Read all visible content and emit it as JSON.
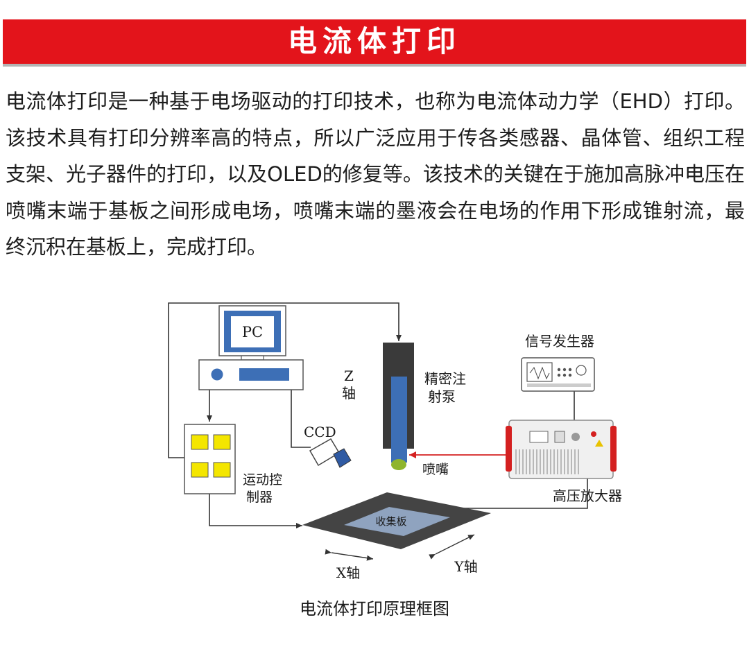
{
  "banner": {
    "title": "电流体打印"
  },
  "intro": {
    "text": "电流体打印是一种基于电场驱动的打印技术，也称为电流体动力学（EHD）打印。该技术具有打印分辨率高的特点，所以广泛应用于传各类感器、晶体管、组织工程支架、光子器件的打印，以及OLED的修复等。该技术的关键在于施加高脉冲电压在喷嘴末端于基板之间形成电场，喷嘴末端的墨液会在电场的作用下形成锥射流，最终沉积在基板上，完成打印。"
  },
  "diagram": {
    "pc": "PC",
    "ccd": "CCD",
    "z_axis_1": "Z",
    "z_axis_2": "轴",
    "syringe_1": "精密注",
    "syringe_2": "射泵",
    "nozzle": "喷嘴",
    "signal_generator": "信号发生器",
    "amplifier": "高压放大器",
    "controller_1": "运动控",
    "controller_2": "制器",
    "collector": "收集板",
    "x_axis": "X轴",
    "y_axis": "Y轴"
  },
  "caption": "电流体打印原理框图",
  "colors": {
    "banner_red": "#e3141b",
    "monitor_blue": "#3d6fb6",
    "syringe_dark": "#3a3a3a",
    "nozzle_green": "#8fb52e",
    "signal_red": "#d42020",
    "pad_yellow": "#f4e600",
    "plate_dark": "#444444",
    "plate_light": "#8fa3bf"
  }
}
